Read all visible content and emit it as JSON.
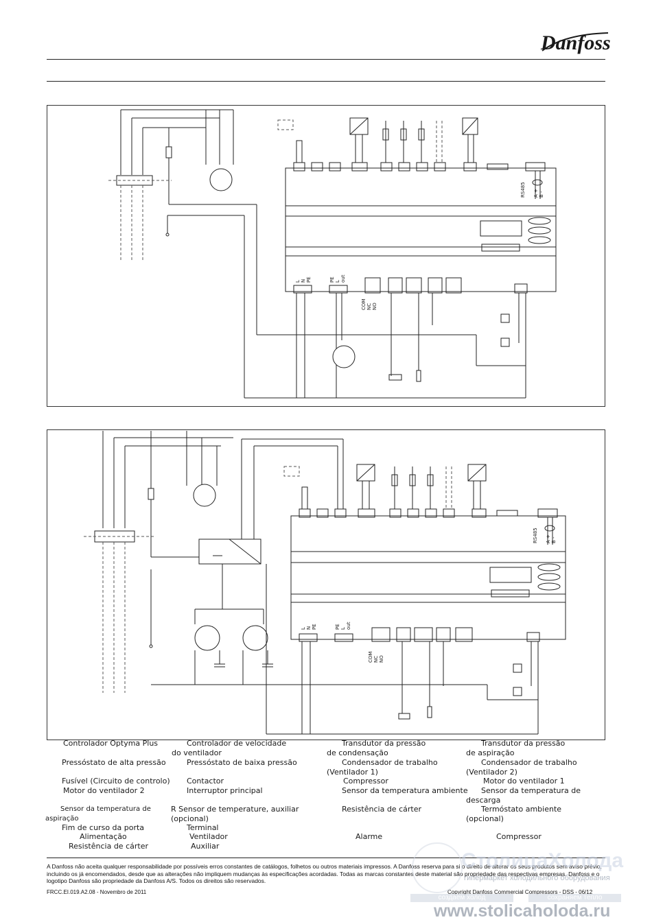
{
  "header": {
    "logo_text": "Danfoss"
  },
  "diagram1": {
    "labels": {
      "rs485": "RS485",
      "a_plus": "A +",
      "b_minus": "B -",
      "l": "L",
      "n": "N",
      "pe": "PE",
      "pe2": "PE",
      "l2": "L",
      "out": "out",
      "com": "COM",
      "nc": "NC",
      "no": "NO"
    }
  },
  "diagram2": {
    "labels": {
      "rs485": "RS485",
      "a_plus": "A +",
      "b_minus": "B -",
      "l": "L",
      "n": "N",
      "pe": "PE",
      "pe2": "PE",
      "l2": "L",
      "out": "out",
      "com": "COM",
      "nc": "NC",
      "no": "NO"
    }
  },
  "legend": {
    "items": [
      "Controlador Optyma Plus",
      "Controlador de velocidade\ndo ventilador",
      "Transdutor da pressão\nde condensação",
      "Transdutor da pressão\nde aspiração",
      "Pressóstato de alta pressão",
      "Pressóstato de baixa pressão",
      "Condensador de trabalho\n(Ventilador 1)",
      "Condensador de trabalho\n(Ventilador 2)",
      "Fusível (Circuito de controlo)",
      "Contactor",
      "Compressor",
      "Motor do ventilador 1",
      "Motor do ventilador 2",
      "Interruptor principal",
      "Sensor da temperatura ambiente",
      "Sensor da temperatura de\ndescarga",
      "Sensor da temperatura de\naspiração",
      "R      Sensor de temperature, auxiliar\n(opcional)",
      "Resistência de cárter",
      "Termóstato ambiente\n(opcional)",
      "Fim de curso da porta",
      "Terminal",
      "Alimentação",
      "Ventilador",
      "Alarme",
      "Compressor",
      "Resistência de cárter",
      "Auxiliar"
    ]
  },
  "footer": {
    "disclaimer": "A Danfoss não aceita qualquer responsabilidade por possíveis erros constantes de catálogos, folhetos ou outros materiais impressos. A Danfoss reserva para si o direito de alterar os seus produtos sem aviso prévio, incluindo os já encomendados, desde que as alterações não impliquem mudanças às especificações acordadas. Todas as marcas constantes deste material são propriedade das respectivas empresas. Danfoss e o logotipo Danfoss são propriedade da Danfoss A/S. Todos os direitos são reservados.",
    "doc_ref": "FRCC.EI.019.A2.08 - Novembro de 2011",
    "copyright": "Copyright Danfoss Commercial Compressors - DSS - 06/12"
  },
  "watermark": {
    "title": "СтолицаХолода",
    "subtitle": "гипермаркет холодильного оборудования",
    "left_tag": "создаём холод",
    "right_tag": "сохраняем тепло",
    "url": "www.stolicaholoda.ru"
  }
}
